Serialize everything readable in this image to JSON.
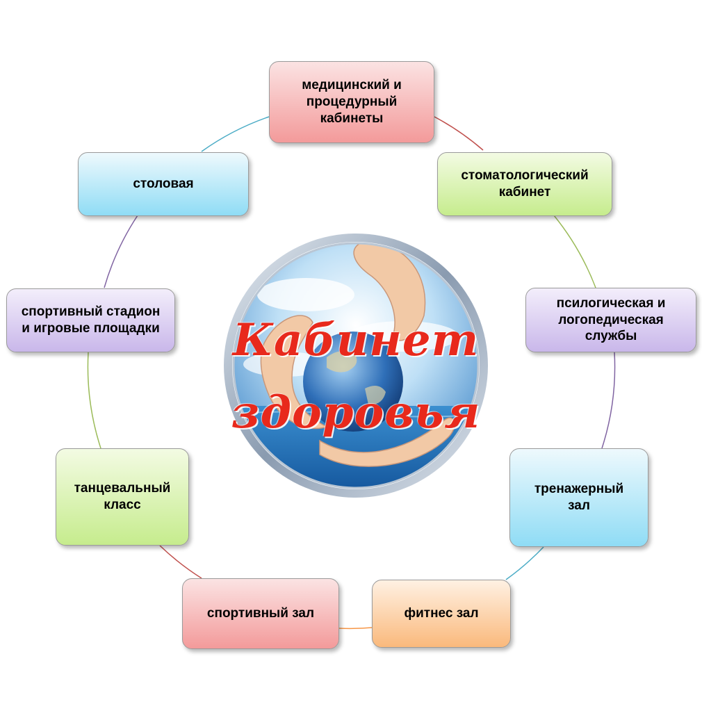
{
  "center": {
    "title_line1": "Кабинет",
    "title_line2": "здоровья"
  },
  "nodes": [
    {
      "label": "медицинский  и\nпроцедурный\nкабинеты",
      "color": "red"
    },
    {
      "label": "стоматологический\nкабинет",
      "color": "green"
    },
    {
      "label": "псилогическая и\nлогопедическая\nслужбы",
      "color": "purple"
    },
    {
      "label": "тренажерный\nзал",
      "color": "blue"
    },
    {
      "label": "фитнес зал",
      "color": "orange"
    },
    {
      "label": "спортивный зал",
      "color": "red"
    },
    {
      "label": "танцевальный\nкласс",
      "color": "green"
    },
    {
      "label": "спортивный стадион\nи игровые площадки",
      "color": "purple"
    },
    {
      "label": "столовая",
      "color": "blue"
    }
  ],
  "colors": {
    "red": "#c0504d",
    "green": "#9bbb59",
    "purple": "#8064a2",
    "blue": "#4bacc6",
    "orange": "#f79646",
    "title": "#e8291c"
  }
}
